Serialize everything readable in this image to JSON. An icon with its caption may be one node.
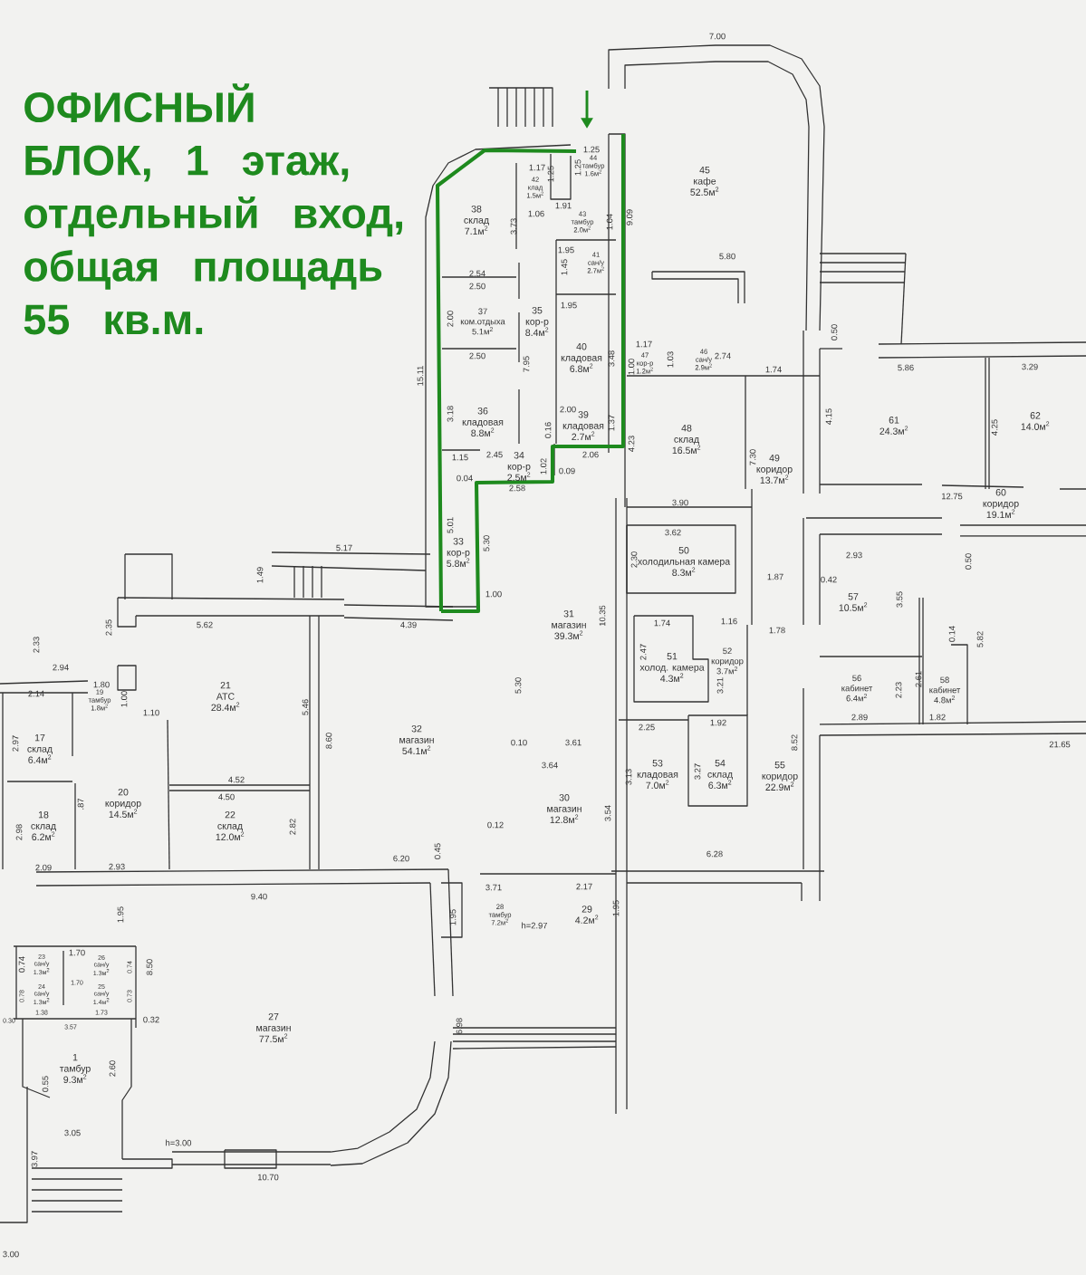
{
  "diagram": {
    "title": "ОФИСНЫЙ БЛОК, 1 этаж, отдельный вход, общая площадь 55 кв.м.",
    "nodes": [
      {
        "text": [
          "45",
          "кафе",
          "52.5м$^{2}$"
        ]
      },
      {
        "text": [
          "44",
          "тамбур",
          "1.6м$^{2}$"
        ]
      },
      {
        "text": [
          "42",
          "клад",
          "1.5м$^{2}$"
        ]
      },
      {
        "text": [
          "43",
          "тамбур",
          "2.0м$^{2}$"
        ]
      },
      {
        "text": [
          "38",
          "склад",
          "7.1м$^{2}$"
        ]
      },
      {
        "text": [
          "41",
          "сан/у",
          "2.7м$^{2}$"
        ]
      },
      {
        "text": [
          "37",
          "ком.отдыха",
          "5.1м$^{2}$"
        ]
      },
      {
        "text": [
          "35",
          "кор-р",
          "8.4м$^{2}$"
        ]
      },
      {
        "text": [
          "40",
          "кладовая",
          "6.8м$^{2}$"
        ]
      },
      {
        "text": [
          "36",
          "кладовая",
          "8.8м$^{2}$"
        ]
      },
      {
        "text": [
          "39",
          "кладовая",
          "2.7м$^{2}$"
        ]
      },
      {
        "text": [
          "34",
          "кор-р",
          "2.5м$^{2}$"
        ]
      },
      {
        "text": [
          "33",
          "кор-р",
          "5.8м$^{2}$"
        ]
      },
      {
        "text": [
          "47",
          "кор-р",
          "1.2м$^{2}$"
        ]
      },
      {
        "text": [
          "46",
          "сан/у",
          "2.9м$^{2}$"
        ]
      },
      {
        "text": [
          "48",
          "склад",
          "16.5м$^{2}$"
        ]
      },
      {
        "text": [
          "49",
          "коридор",
          "13.7м$^{2}$"
        ]
      },
      {
        "text": [
          "61",
          "24.3м$^{2}$"
        ]
      },
      {
        "text": [
          "62",
          "14.0м$^{2}$"
        ]
      },
      {
        "text": [
          "60",
          "коридор",
          "19.1м$^{2}$"
        ]
      },
      {
        "text": [
          "50",
          "холодильная камера",
          "8.3м$^{2}$"
        ]
      },
      {
        "text": [
          "57",
          "10.5м$^{2}$"
        ]
      },
      {
        "text": [
          "31",
          "магазин",
          "39.3м$^{2}$"
        ]
      },
      {
        "text": [
          "51",
          "холод. камера",
          "4.3м$^{2}$"
        ]
      },
      {
        "text": [
          "52",
          "коридор",
          "3.7м$^{2}$"
        ]
      },
      {
        "text": [
          "56",
          "кабинет",
          "6.4м$^{2}$"
        ]
      },
      {
        "text": [
          "58",
          "кабинет",
          "4.8м$^{2}$"
        ]
      },
      {
        "text": [
          "21",
          "АТС",
          "28.4м$^{2}$"
        ]
      },
      {
        "text": [
          "19",
          "тамбур",
          "1.8м$^{2}$"
        ]
      },
      {
        "text": [
          "17",
          "склад",
          "6.4м$^{2}$"
        ]
      },
      {
        "text": [
          "32",
          "магазин",
          "54.1м$^{2}$"
        ]
      },
      {
        "text": [
          "53",
          "кладовая",
          "7.0м$^{2}$"
        ]
      },
      {
        "text": [
          "54",
          "склад",
          "6.3м$^{2}$"
        ]
      },
      {
        "text": [
          "55",
          "коридор",
          "22.9м$^{2}$"
        ]
      },
      {
        "text": [
          "20",
          "коридор",
          "14.5м$^{2}$"
        ]
      },
      {
        "text": [
          "18",
          "склад",
          "6.2м$^{2}$"
        ]
      },
      {
        "text": [
          "22",
          "склад",
          "12.0м$^{2}$"
        ]
      },
      {
        "text": [
          "30",
          "магазин",
          "12.8м$^{2}$"
        ]
      },
      {
        "text": [
          "28",
          "тамбур",
          "7.2м$^{2}$"
        ]
      },
      {
        "text": [
          "29",
          "4.2м$^{2}$"
        ]
      },
      {
        "text": [
          "23",
          "сан/у",
          "1.3м$^{2}$"
        ]
      },
      {
        "text": [
          "26",
          "сан/у",
          "1.3м$^{2}$"
        ]
      },
      {
        "text": [
          "24",
          "сан/у",
          "1.3м$^{2}$"
        ]
      },
      {
        "text": [
          "25",
          "сан/у",
          "1.4м$^{2}$"
        ]
      },
      {
        "text": [
          "27",
          "магазин",
          "77.5м$^{2}$"
        ]
      },
      {
        "text": [
          "1",
          "тамбур",
          "9.3м$^{2}$"
        ]
      }
    ],
    "labels": [
      "7.00",
      "1.25",
      "1.25",
      "1.17",
      "1.25",
      "1.06",
      "1.91",
      "1.04",
      "9.09",
      "3.73",
      "1.95",
      "1.45",
      "5.80",
      "2.54",
      "2.50",
      "1.95",
      "2.00",
      "0.50",
      "3.48",
      "2.50",
      "7.95",
      "15.11",
      "1.17",
      "1.00",
      "1.03",
      "2.74",
      "1.74",
      "5.86",
      "3.29",
      "4.15",
      "4.25",
      "3.18",
      "2.00",
      "0.16",
      "1.37",
      "4.23",
      "1.15",
      "2.45",
      "2.06",
      "1.02",
      "0.09",
      "0.04",
      "2.58",
      "7.30",
      "12.75",
      "3.90",
      "5.01",
      "5.30",
      "3.62",
      "1.00",
      "2.30",
      "5.17",
      "1.49",
      "2.93",
      "0.50",
      "1.87",
      "0.42",
      "3.55",
      "10.35",
      "1.74",
      "1.16",
      "1.78",
      "2.35",
      "2.33",
      "5.62",
      "4.39",
      "0.14",
      "5.82",
      "2.47",
      "2.94",
      "2.14",
      "1.80",
      "1.00",
      "1.10",
      "5.46",
      "5.30",
      "3.21",
      "2.23",
      "2.61",
      "2.89",
      "1.82",
      "2.25",
      "1.92",
      "2.97",
      "8.60",
      "0.10",
      "3.61",
      "8.52",
      "21.65",
      "3.64",
      "4.52",
      "4.50",
      ".87",
      "3.13",
      "3.27",
      "3.54",
      "0.12",
      "2.98",
      "2.82",
      "6.28",
      "6.20",
      "0.45",
      "2.09",
      "2.93",
      "3.71",
      "2.17",
      "9.40",
      "1.95",
      "1.95",
      "h=2.97",
      "1.95",
      "8.50",
      "1.70",
      "0.74",
      "1.70",
      "0.74",
      "0.78",
      "1.38",
      "1.73",
      "0.73",
      "0.30",
      "3.57",
      "0.32",
      "6.98",
      "2.60",
      "0.55",
      "3.05",
      "h=3.00",
      "3.97",
      "10.70",
      "3.00"
    ]
  }
}
